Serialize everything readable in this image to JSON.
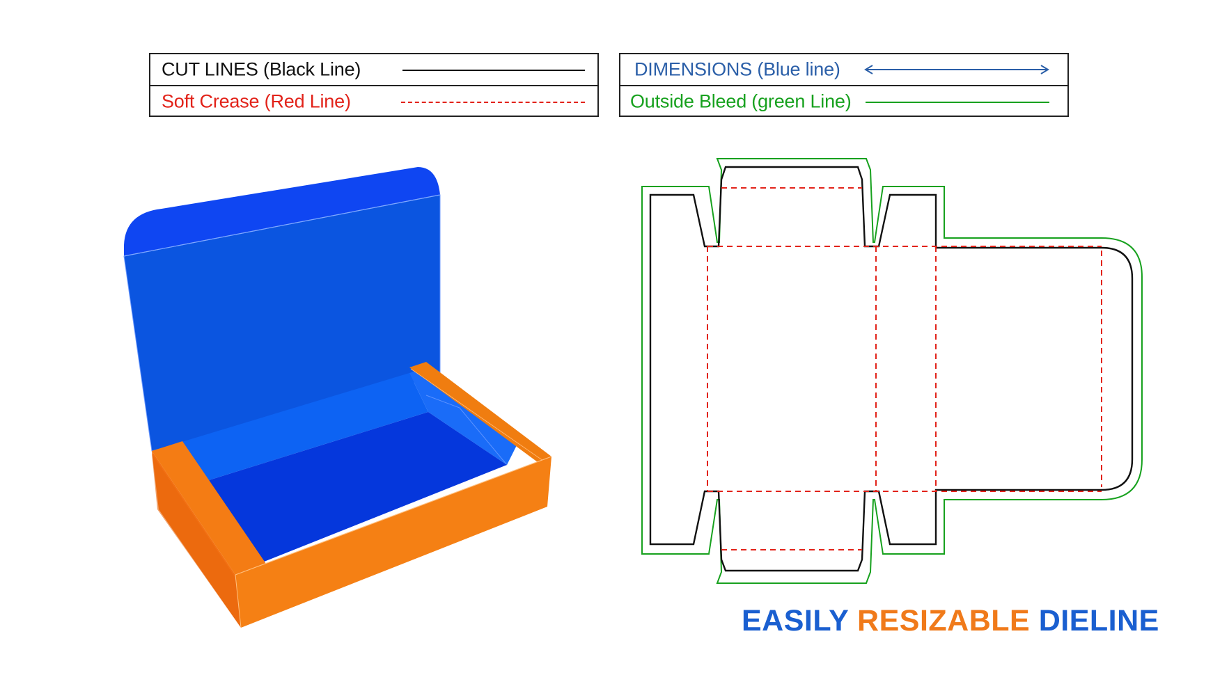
{
  "legend": {
    "cut_lines": "CUT LINES (Black Line)",
    "soft_crease": "Soft Crease (Red Line)",
    "dimensions": "DIMENSIONS (Blue line)",
    "outside_bleed": "Outside Bleed (green Line)"
  },
  "tagline": {
    "word1": "EASILY",
    "word2": "RESIZABLE",
    "word3": "DIELINE"
  },
  "colors": {
    "cut": "#111111",
    "crease": "#e2231a",
    "dimension": "#2b5fa8",
    "bleed": "#17a11e",
    "box_blue": "#0a4fe0",
    "box_orange": "#f47c14",
    "tagline_blue": "#1a5fd0",
    "tagline_orange": "#f07a1a"
  }
}
